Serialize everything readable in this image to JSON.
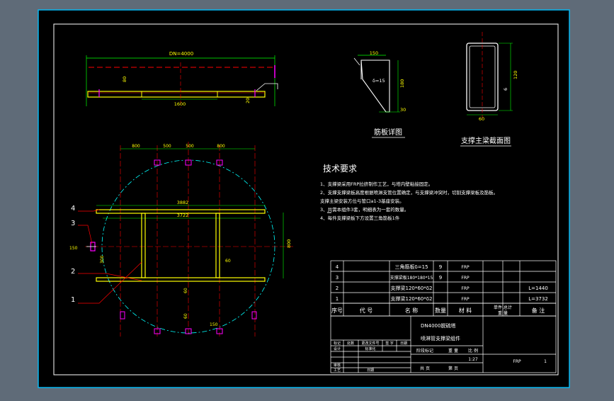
{
  "drawing": {
    "dimensions": {
      "top_overall": "DN=4000",
      "top_span": "1600",
      "top_height": "80",
      "top_small": "20",
      "gusset_width": "150",
      "gusset_height": "180",
      "gusset_thickness": "δ=15",
      "gusset_bottom": "30",
      "beam_height": "120",
      "beam_width": "60",
      "beam_wall": "6",
      "plan_spacing_a": "800",
      "plan_spacing_b": "500",
      "plan_spacing_c": "500",
      "plan_spacing_d": "800",
      "plan_beam_long": "3882",
      "plan_beam_inner": "3722",
      "plan_gap": "150",
      "plan_offset": "300",
      "plan_right": "800",
      "plan_mid": "60",
      "plan_bottom_a": "60",
      "plan_bottom_b": "60",
      "plan_bottom_c": "150"
    },
    "view_labels": {
      "gusset_detail": "筋板详图",
      "beam_section": "支撑主梁截面图"
    },
    "callouts": [
      "4",
      "3",
      "2",
      "1"
    ]
  },
  "tech_requirements": {
    "heading": "技术要求",
    "lines": [
      "1、支撑梁采用FRP拉挤制作工艺，与塔内壁粘接固定。",
      "2、支撑支撑梁板高度根据喷淋支管位置确定，与支撑梁冲突时，切割支撑梁板及筋板。",
      "支撑主梁安装方位与管口a1-3基座安装。",
      "3、共需本组件3套，明细表为一套的数量。",
      "4、每件支撑梁板下方设置三角筋板1件"
    ]
  },
  "parts_table": {
    "rows": [
      {
        "no": "4",
        "name": "三角筋板δ=15",
        "qty": "9",
        "material": "FRP",
        "note": ""
      },
      {
        "no": "3",
        "name": "支撑梁板180*180*15",
        "qty": "9",
        "material": "FRP",
        "note": ""
      },
      {
        "no": "2",
        "name": "支撑梁120*60*δ2",
        "qty": "",
        "material": "FRP",
        "note": "L=1440"
      },
      {
        "no": "1",
        "name": "支撑梁120*60*δ2",
        "qty": "",
        "material": "FRP",
        "note": "L=3732"
      }
    ],
    "header": {
      "no": "序号",
      "code": "代 号",
      "name": "名 称",
      "qty": "数量",
      "material": "材 料",
      "weight": "单件 总计",
      "weight_sub": "重 量",
      "note": "备 注"
    }
  },
  "title_block": {
    "project": "DN4000脱硫塔",
    "part": "喷淋管支撑梁组件",
    "labels": [
      "标记",
      "处数",
      "更改文件号",
      "签 字",
      "日期",
      "设计",
      "标准化",
      "阶段标记",
      "重 量",
      "比 例",
      "审核",
      "工艺",
      "日期",
      "共 页",
      "第 页"
    ],
    "scale": "1:27",
    "material": "FRP",
    "sheet": "1"
  }
}
